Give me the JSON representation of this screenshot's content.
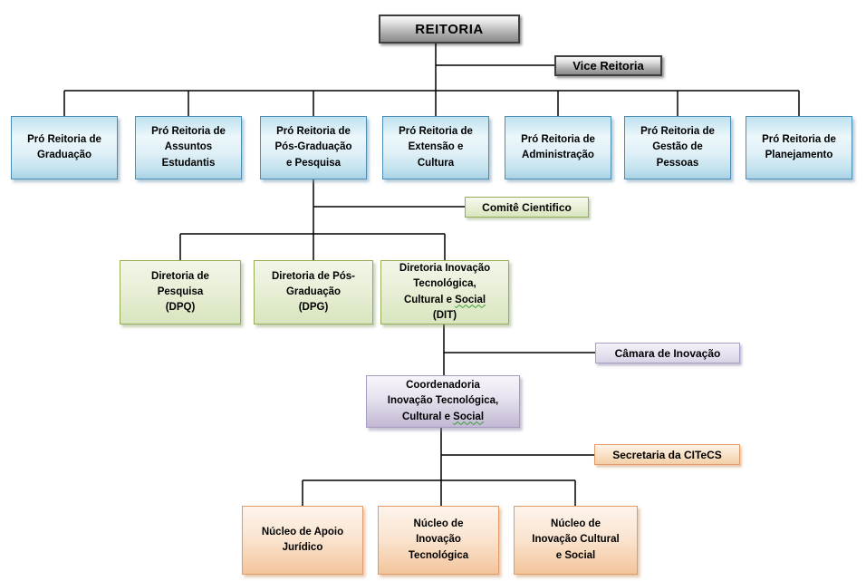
{
  "org": {
    "root": {
      "label": "REITORIA"
    },
    "vice": {
      "label": "Vice Reitoria"
    },
    "pro_reitorias": [
      {
        "label": "Pró Reitoria de\nGraduação"
      },
      {
        "label": "Pró Reitoria de\nAssuntos\nEstudantis"
      },
      {
        "label": "Pró Reitoria de\nPós-Graduação\ne Pesquisa"
      },
      {
        "label": "Pró Reitoria de\nExtensão e\nCultura"
      },
      {
        "label": "Pró Reitoria de\nAdministração"
      },
      {
        "label": "Pró Reitoria de\nGestão de\nPessoas"
      },
      {
        "label": "Pró Reitoria de\nPlanejamento"
      }
    ],
    "comite": {
      "label": "Comitê Cientifico"
    },
    "diretorias": [
      {
        "label": "Diretoria de\nPesquisa\n(DPQ)"
      },
      {
        "label": "Diretoria de Pós-\nGraduação\n(DPG)"
      },
      {
        "part1": "Diretoria Inovação\nTecnológica,\nCultural e ",
        "social": "Social",
        "part2": "\n(DIT)"
      }
    ],
    "camara": {
      "label": "Câmara de Inovação"
    },
    "coordenadoria": {
      "part1": "Coordenadoria\nInovação Tecnológica,\nCultural e ",
      "social": "Social"
    },
    "secretaria": {
      "label": "Secretaria da CITeCS"
    },
    "nucleos": [
      {
        "label": "Núcleo de Apoio\nJurídico"
      },
      {
        "label": "Núcleo de\nInovação\nTecnológica"
      },
      {
        "label": "Núcleo de\nInovação Cultural\ne Social"
      }
    ],
    "colors": {
      "connector": "#000000",
      "blue_border": "#4a8db5",
      "green_border": "#94ad56",
      "purple_border": "#a89cc0",
      "orange_border": "#e29a68",
      "gray_border": "#3f3f3f",
      "spellcheck_underline": "#3a9b35"
    }
  }
}
